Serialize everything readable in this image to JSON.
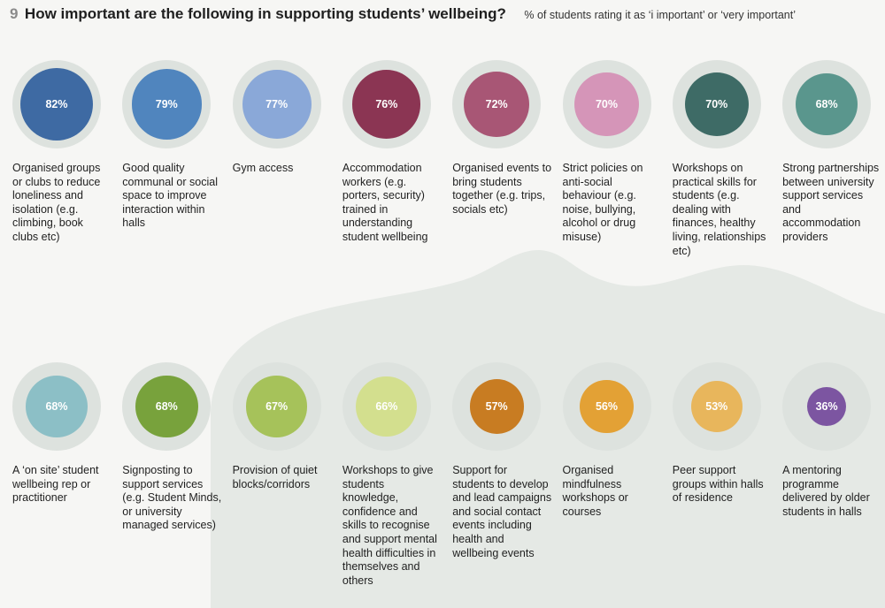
{
  "header": {
    "number": "9",
    "title": "How important are the following in supporting students’ wellbeing?",
    "subtitle": "% of students rating it as ‘i important’ or ‘very important’"
  },
  "colors": {
    "background": "#f6f6f4",
    "ring": "#dde2de",
    "wave": "#e5e9e5"
  },
  "chart_data": {
    "type": "bubble",
    "unit": "%",
    "categories": [
      "Organised groups or clubs to reduce loneliness and isolation (e.g. climbing, book clubs etc)",
      "Good quality communal or social space to improve interaction within halls",
      "Gym access",
      "Accommodation workers (e.g. porters, security) trained in understanding student wellbeing",
      "Organised events to bring students together (e.g. trips, socials etc)",
      "Strict policies on anti-social behaviour (e.g. noise, bullying, alcohol or drug misuse)",
      "Workshops on practical skills for students (e.g. dealing with finances, healthy living, relationships etc)",
      "Strong partnerships between university support services and accommodation providers",
      "A ‘on site’ student wellbeing rep or practitioner",
      "Signposting to support services (e.g. Student Minds, or university managed services)",
      "Provision of quiet blocks/corridors",
      "Workshops to give students knowledge, confidence and skills to recognise and support mental health difficulties in themselves and others",
      "Support for students to develop and lead campaigns and social contact events including health and wellbeing events",
      "Organised mindfulness workshops or courses",
      "Peer support groups within halls of residence",
      "A mentoring programme delivered by older students in halls"
    ],
    "values": [
      82,
      79,
      77,
      76,
      72,
      70,
      70,
      68,
      68,
      68,
      67,
      66,
      57,
      56,
      53,
      36
    ],
    "value_labels": [
      "82%",
      "79%",
      "77%",
      "76%",
      "72%",
      "70%",
      "70%",
      "68%",
      "68%",
      "68%",
      "67%",
      "66%",
      "57%",
      "56%",
      "53%",
      "36%"
    ],
    "colors": [
      "#3e6aa3",
      "#5085be",
      "#8aa8d8",
      "#8b3553",
      "#a85675",
      "#d595b8",
      "#3e6b66",
      "#5a968d",
      "#8cbfc6",
      "#78a23c",
      "#a6c25a",
      "#d3df8e",
      "#c87c22",
      "#e3a135",
      "#e8b65c",
      "#7c55a1"
    ]
  }
}
